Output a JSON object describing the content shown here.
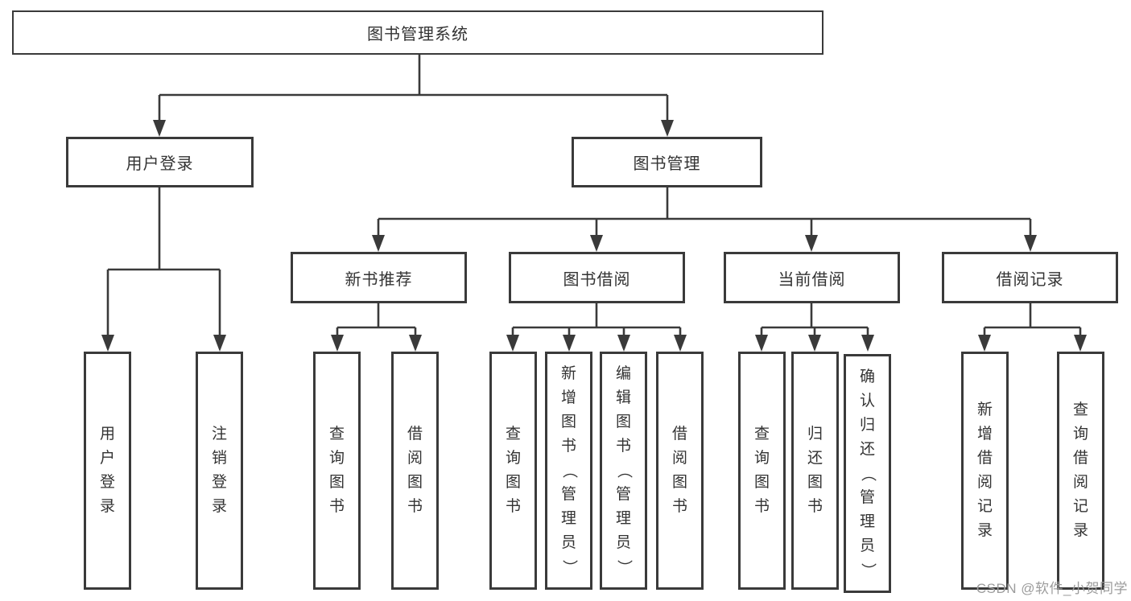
{
  "diagram": {
    "title": "图书管理系统"
  },
  "tree": {
    "root": {
      "label": "图书管理系统"
    },
    "branches": [
      {
        "label": "用户登录",
        "children": [
          {
            "label": "用户登录"
          },
          {
            "label": "注销登录"
          }
        ]
      },
      {
        "label": "图书管理",
        "children": [
          {
            "label": "新书推荐",
            "children": [
              {
                "label": "查询图书"
              },
              {
                "label": "借阅图书"
              }
            ]
          },
          {
            "label": "图书借阅",
            "children": [
              {
                "label": "查询图书"
              },
              {
                "label": "新增图书（管理员）"
              },
              {
                "label": "编辑图书（管理员）"
              },
              {
                "label": "借阅图书"
              }
            ]
          },
          {
            "label": "当前借阅",
            "children": [
              {
                "label": "查询图书"
              },
              {
                "label": "归还图书"
              },
              {
                "label": "确认归还（管理员）"
              }
            ]
          },
          {
            "label": "借阅记录",
            "children": [
              {
                "label": "新增借阅记录"
              },
              {
                "label": "查询借阅记录"
              }
            ]
          }
        ]
      }
    ]
  },
  "watermark": {
    "text": "CSDN @软件_小贺同学"
  },
  "colors": {
    "line": "#3a3a3a",
    "text": "#333333",
    "node_border": "#3a3a3a",
    "node_background": "#ffffff",
    "watermark": "#9c9c9c",
    "background": "#ffffff"
  }
}
